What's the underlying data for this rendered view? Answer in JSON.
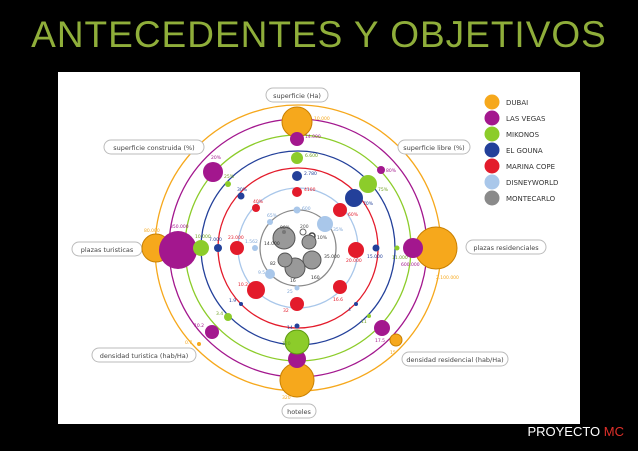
{
  "slide": {
    "title": "ANTECEDENTES Y OBJETIVOS",
    "footer_main": "PROYECTO",
    "footer_accent": "MC",
    "footer_accent_color": "#e0302a",
    "title_color": "#8fae3a"
  },
  "diagram": {
    "axes": [
      {
        "label": "superficie (Ha)"
      },
      {
        "label": "superficie libre (%)"
      },
      {
        "label": "plazas residenciales"
      },
      {
        "label": "densidad residencial (hab/Ha)"
      },
      {
        "label": "hoteles"
      },
      {
        "label": "densidad turistica (hab/Ha)"
      },
      {
        "label": "plazas turisticas"
      },
      {
        "label": "superficie construida (%)"
      }
    ],
    "legend": [
      {
        "name": "DUBAI",
        "color": "#f6a81c"
      },
      {
        "name": "LAS VEGAS",
        "color": "#a3178e"
      },
      {
        "name": "MIKONOS",
        "color": "#8ccc2a"
      },
      {
        "name": "EL GOUNA",
        "color": "#23409a"
      },
      {
        "name": "MARINA COPE",
        "color": "#e31b2b"
      },
      {
        "name": "DISNEYWORLD",
        "color": "#a9c7ea"
      },
      {
        "name": "MONTECARLO",
        "color": "#8a8a8a"
      }
    ],
    "value_labels": {
      "sup_dubai": "10.000",
      "sup_lv": "14.000",
      "sup_mik": "6.600",
      "sup_eg": "2.780",
      "sup_mc": "4100",
      "sup_dw": "600",
      "sup_mo": "200",
      "libre_lv": "80%",
      "libre_mik": "75%",
      "libre_eg": "70%",
      "libre_mc": "60%",
      "libre_dw": "35%",
      "libre_mo": "10%",
      "res_dubai": "2.100.000",
      "res_lv": "600.000",
      "res_mik": "11.000",
      "res_eg": "15.000",
      "res_mc": "20.000",
      "res_mo": "35.000",
      "dres_lv": "17.5",
      "dres_dubai": "15",
      "dres_mik": "11",
      "dres_eg": "4",
      "dres_mc": "16.6",
      "hot_dubai": "320",
      "hot_mik": "120",
      "hot_eg": "14",
      "hot_mc": "32",
      "hot_dw": "25",
      "hot_mo": "16",
      "dtur_lv": "10.2",
      "dtur_mik": "3.4",
      "dtur_eg": "1.9",
      "dtur_dubai": "0.7",
      "dtur_mc": "10.2",
      "dtur_dw": "9.5",
      "tur_dubai": "80.000",
      "tur_lv": "350.000",
      "tur_mik": "10.000",
      "tur_eg": "7.000",
      "tur_mc": "23.000",
      "tur_dw": "1.562",
      "tur_mo": "14.000",
      "cons_lv": "20%",
      "cons_mik": "25%",
      "cons_eg": "30%",
      "cons_mc": "40%",
      "cons_dw": "65%",
      "cons_mo": "90%",
      "mo_a": "82",
      "mo_b": "160"
    }
  }
}
